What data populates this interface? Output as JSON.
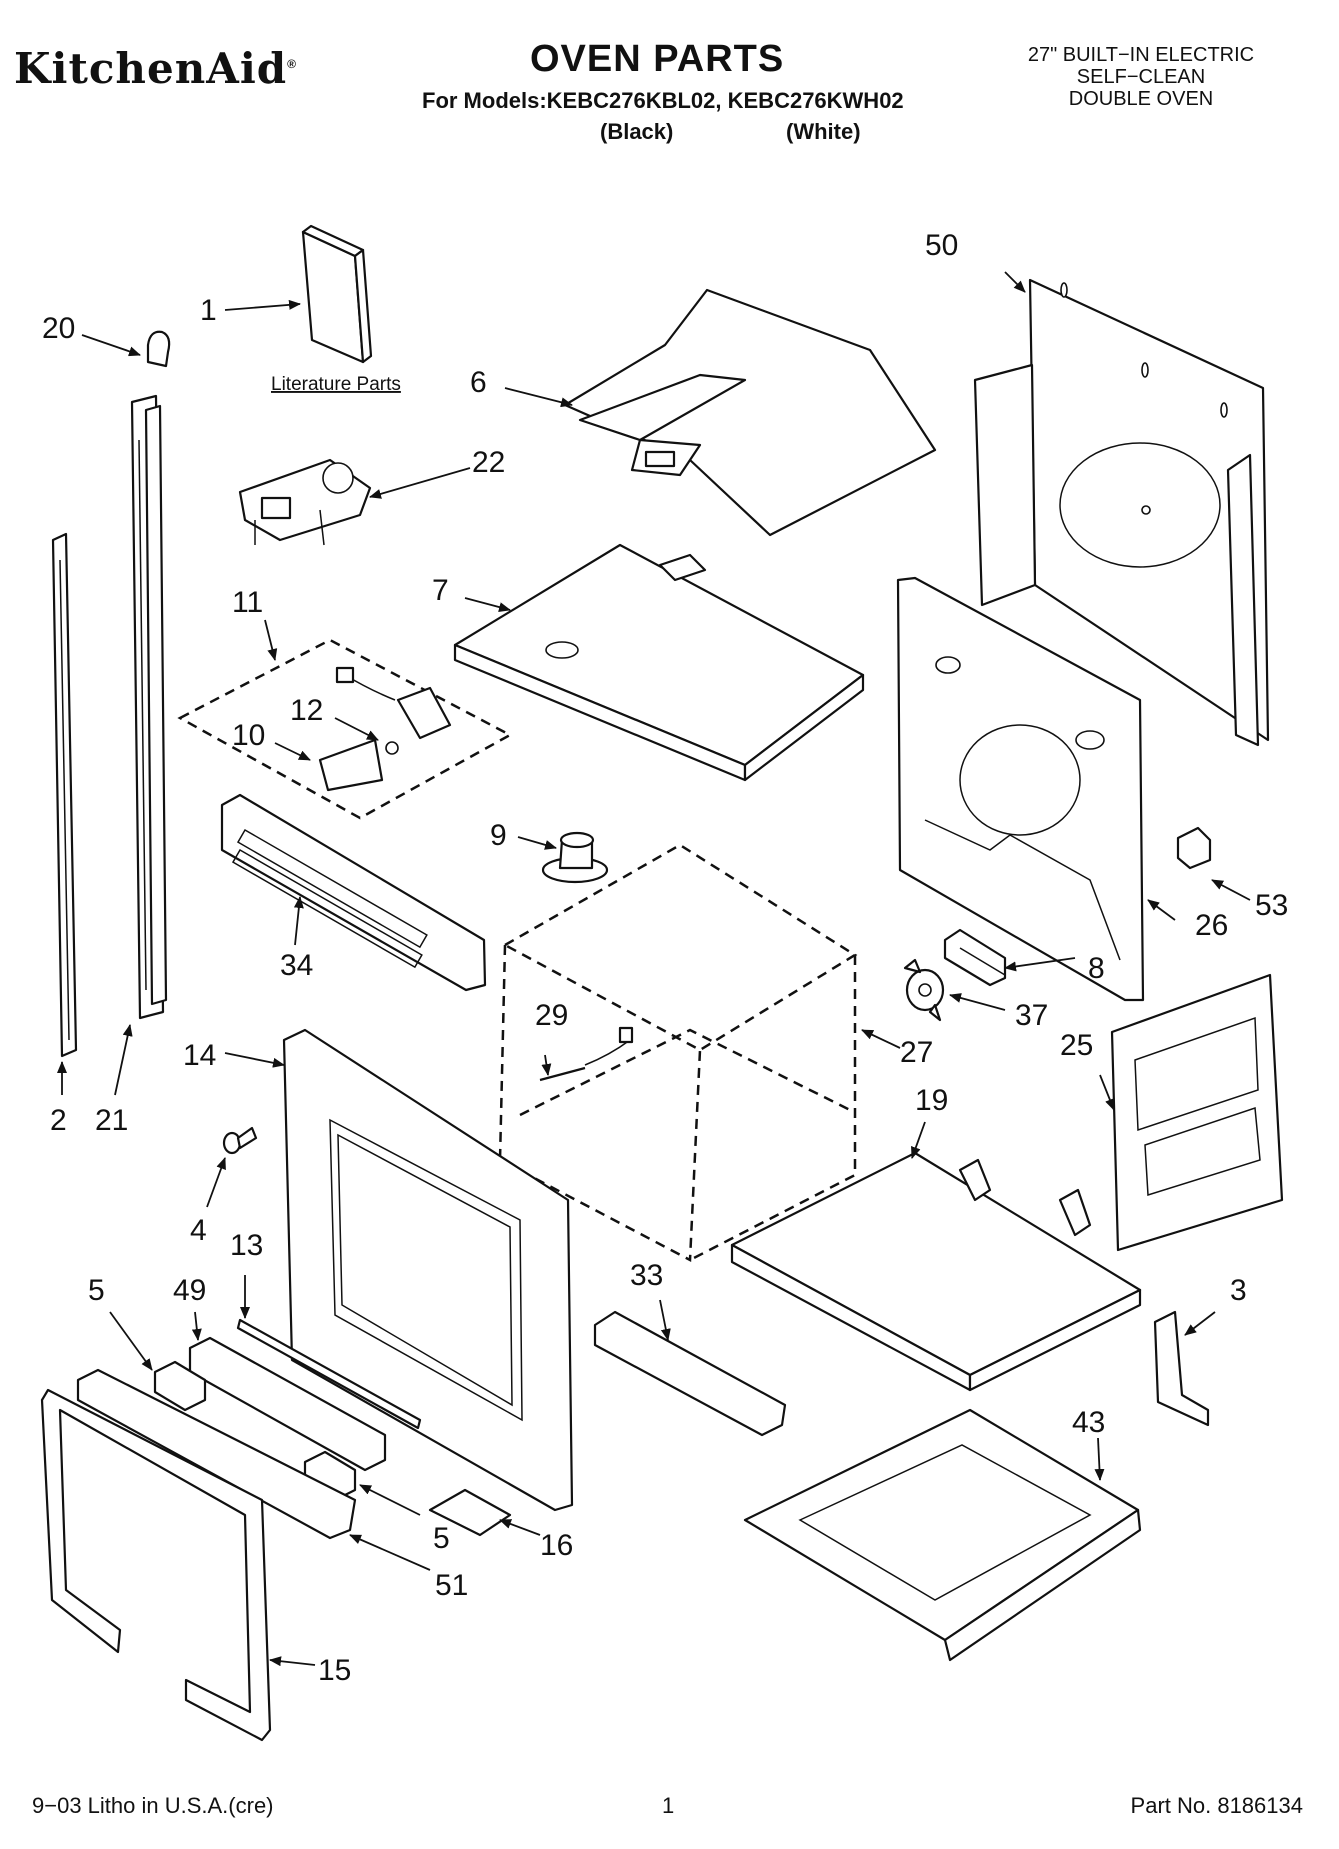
{
  "header": {
    "brand": "KitchenAid",
    "brand_mark": "®",
    "title": "OVEN PARTS",
    "models_line": "For Models:KEBC276KBL02, KEBC276KWH02",
    "variant_black": "(Black)",
    "variant_white": "(White)",
    "spec_lines": [
      "27\" BUILT−IN ELECTRIC",
      "SELF−CLEAN",
      "DOUBLE OVEN"
    ]
  },
  "literature_label": "Literature Parts",
  "callouts": [
    "1",
    "20",
    "6",
    "22",
    "50",
    "11",
    "12",
    "10",
    "7",
    "34",
    "9",
    "26",
    "53",
    "8",
    "37",
    "29",
    "27",
    "25",
    "14",
    "4",
    "2",
    "21",
    "19",
    "13",
    "49",
    "33",
    "5",
    "3",
    "43",
    "5",
    "16",
    "51",
    "15"
  ],
  "footer": {
    "left": "9−03 Litho in U.S.A.(cre)",
    "page": "1",
    "part_no": "Part No. 8186134"
  },
  "colors": {
    "ink": "#111111",
    "background": "#ffffff"
  }
}
